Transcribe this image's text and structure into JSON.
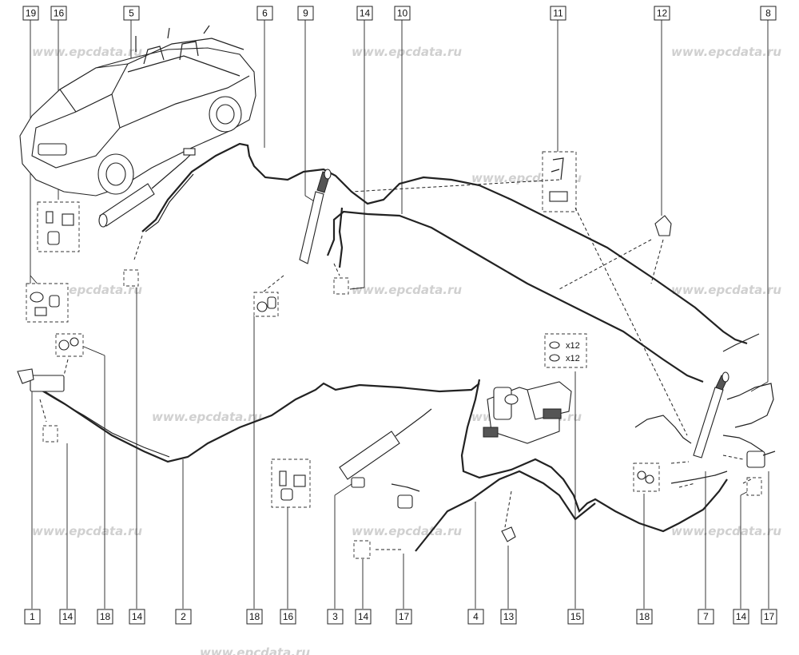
{
  "watermark": "www.epcdata.ru",
  "callouts_top": [
    "19",
    "16",
    "5",
    "6",
    "9",
    "14",
    "10",
    "11",
    "12",
    "8"
  ],
  "callouts_bottom": [
    "1",
    "14",
    "18",
    "14",
    "2",
    "18",
    "16",
    "3",
    "14",
    "17",
    "4",
    "13",
    "15",
    "18",
    "7",
    "14",
    "17"
  ],
  "quantity_labels": [
    "x12",
    "x12"
  ]
}
